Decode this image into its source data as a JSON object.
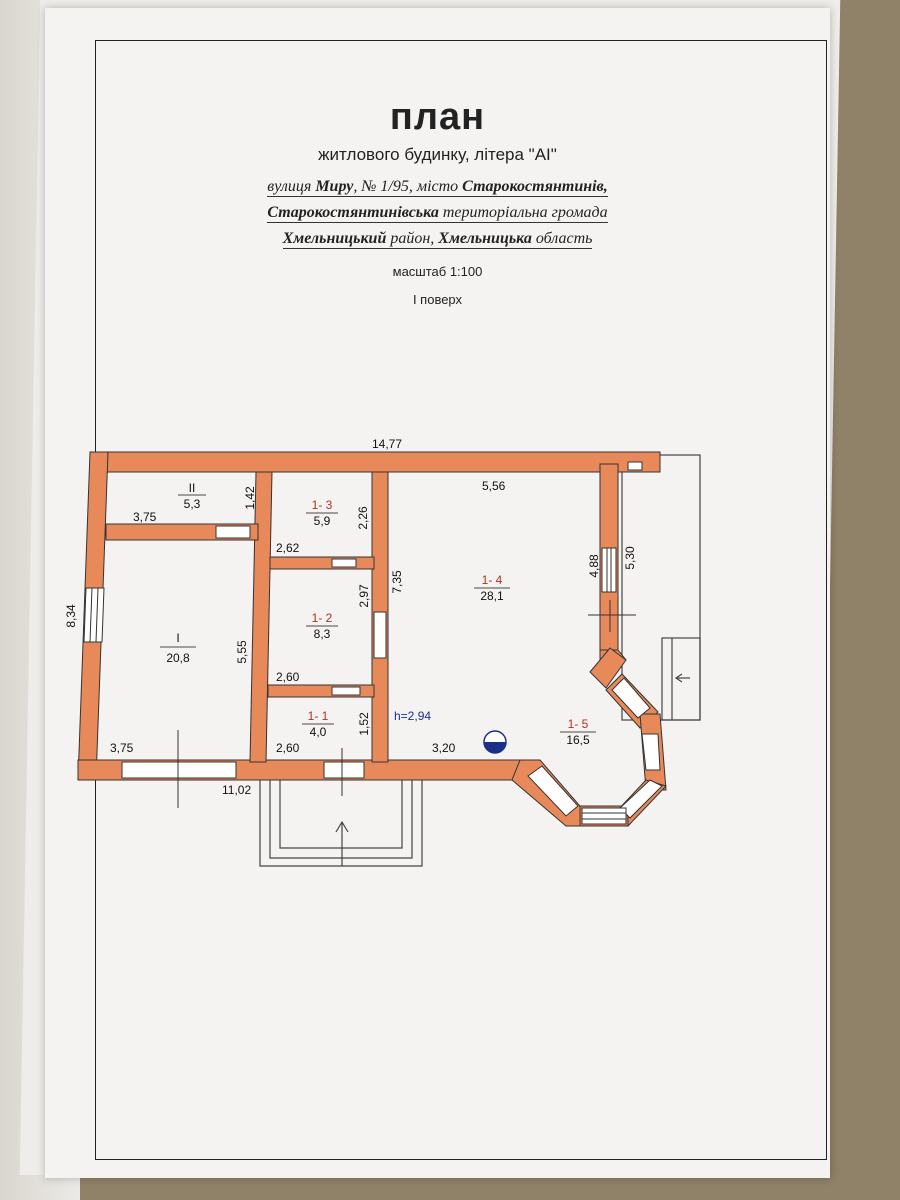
{
  "header": {
    "title": "план",
    "subtitle": "житлового будинку, літера \"АІ\""
  },
  "address": {
    "l1_a": "вулиця ",
    "l1_b": "Миру",
    "l1_c": ", № 1/95",
    "l1_d": ", місто ",
    "l1_e": "Старокостянтинів,",
    "l2_a": "Старокостянтинівська",
    "l2_b": " територіальна громада",
    "l3_a": "Хмельницький",
    "l3_b": " район, ",
    "l3_c": "Хмельницька",
    "l3_d": " область"
  },
  "scale": "масштаб 1:100",
  "floor": "І поверх",
  "colors": {
    "wall": "#e8895a",
    "wall_stroke": "#333333",
    "room_number": "#b03020",
    "height_label": "#1a2f8a"
  },
  "plan": {
    "rooms": {
      "II": {
        "num": "II",
        "area": "5,3"
      },
      "I": {
        "num": "I",
        "area": "20,8"
      },
      "r13": {
        "num": "1- 3",
        "area": "5,9"
      },
      "r12": {
        "num": "1- 2",
        "area": "8,3"
      },
      "r11": {
        "num": "1- 1",
        "area": "4,0"
      },
      "r14": {
        "num": "1- 4",
        "area": "28,1"
      },
      "r15": {
        "num": "1- 5",
        "area": "16,5"
      }
    },
    "dims": {
      "top_total": "14,77",
      "bottom_total": "11,02",
      "left_total": "8,34",
      "d375a": "3,75",
      "d375b": "3,75",
      "d142": "1,42",
      "d555": "5,55",
      "d262a": "2,62",
      "d260a": "2,60",
      "d260b": "2,60",
      "d226": "2,26",
      "d297": "2,97",
      "d152": "1,52",
      "d735": "7,35",
      "d556": "5,56",
      "d488": "4,88",
      "d530": "5,30",
      "d320": "3,20"
    },
    "height": "h=2,94"
  }
}
